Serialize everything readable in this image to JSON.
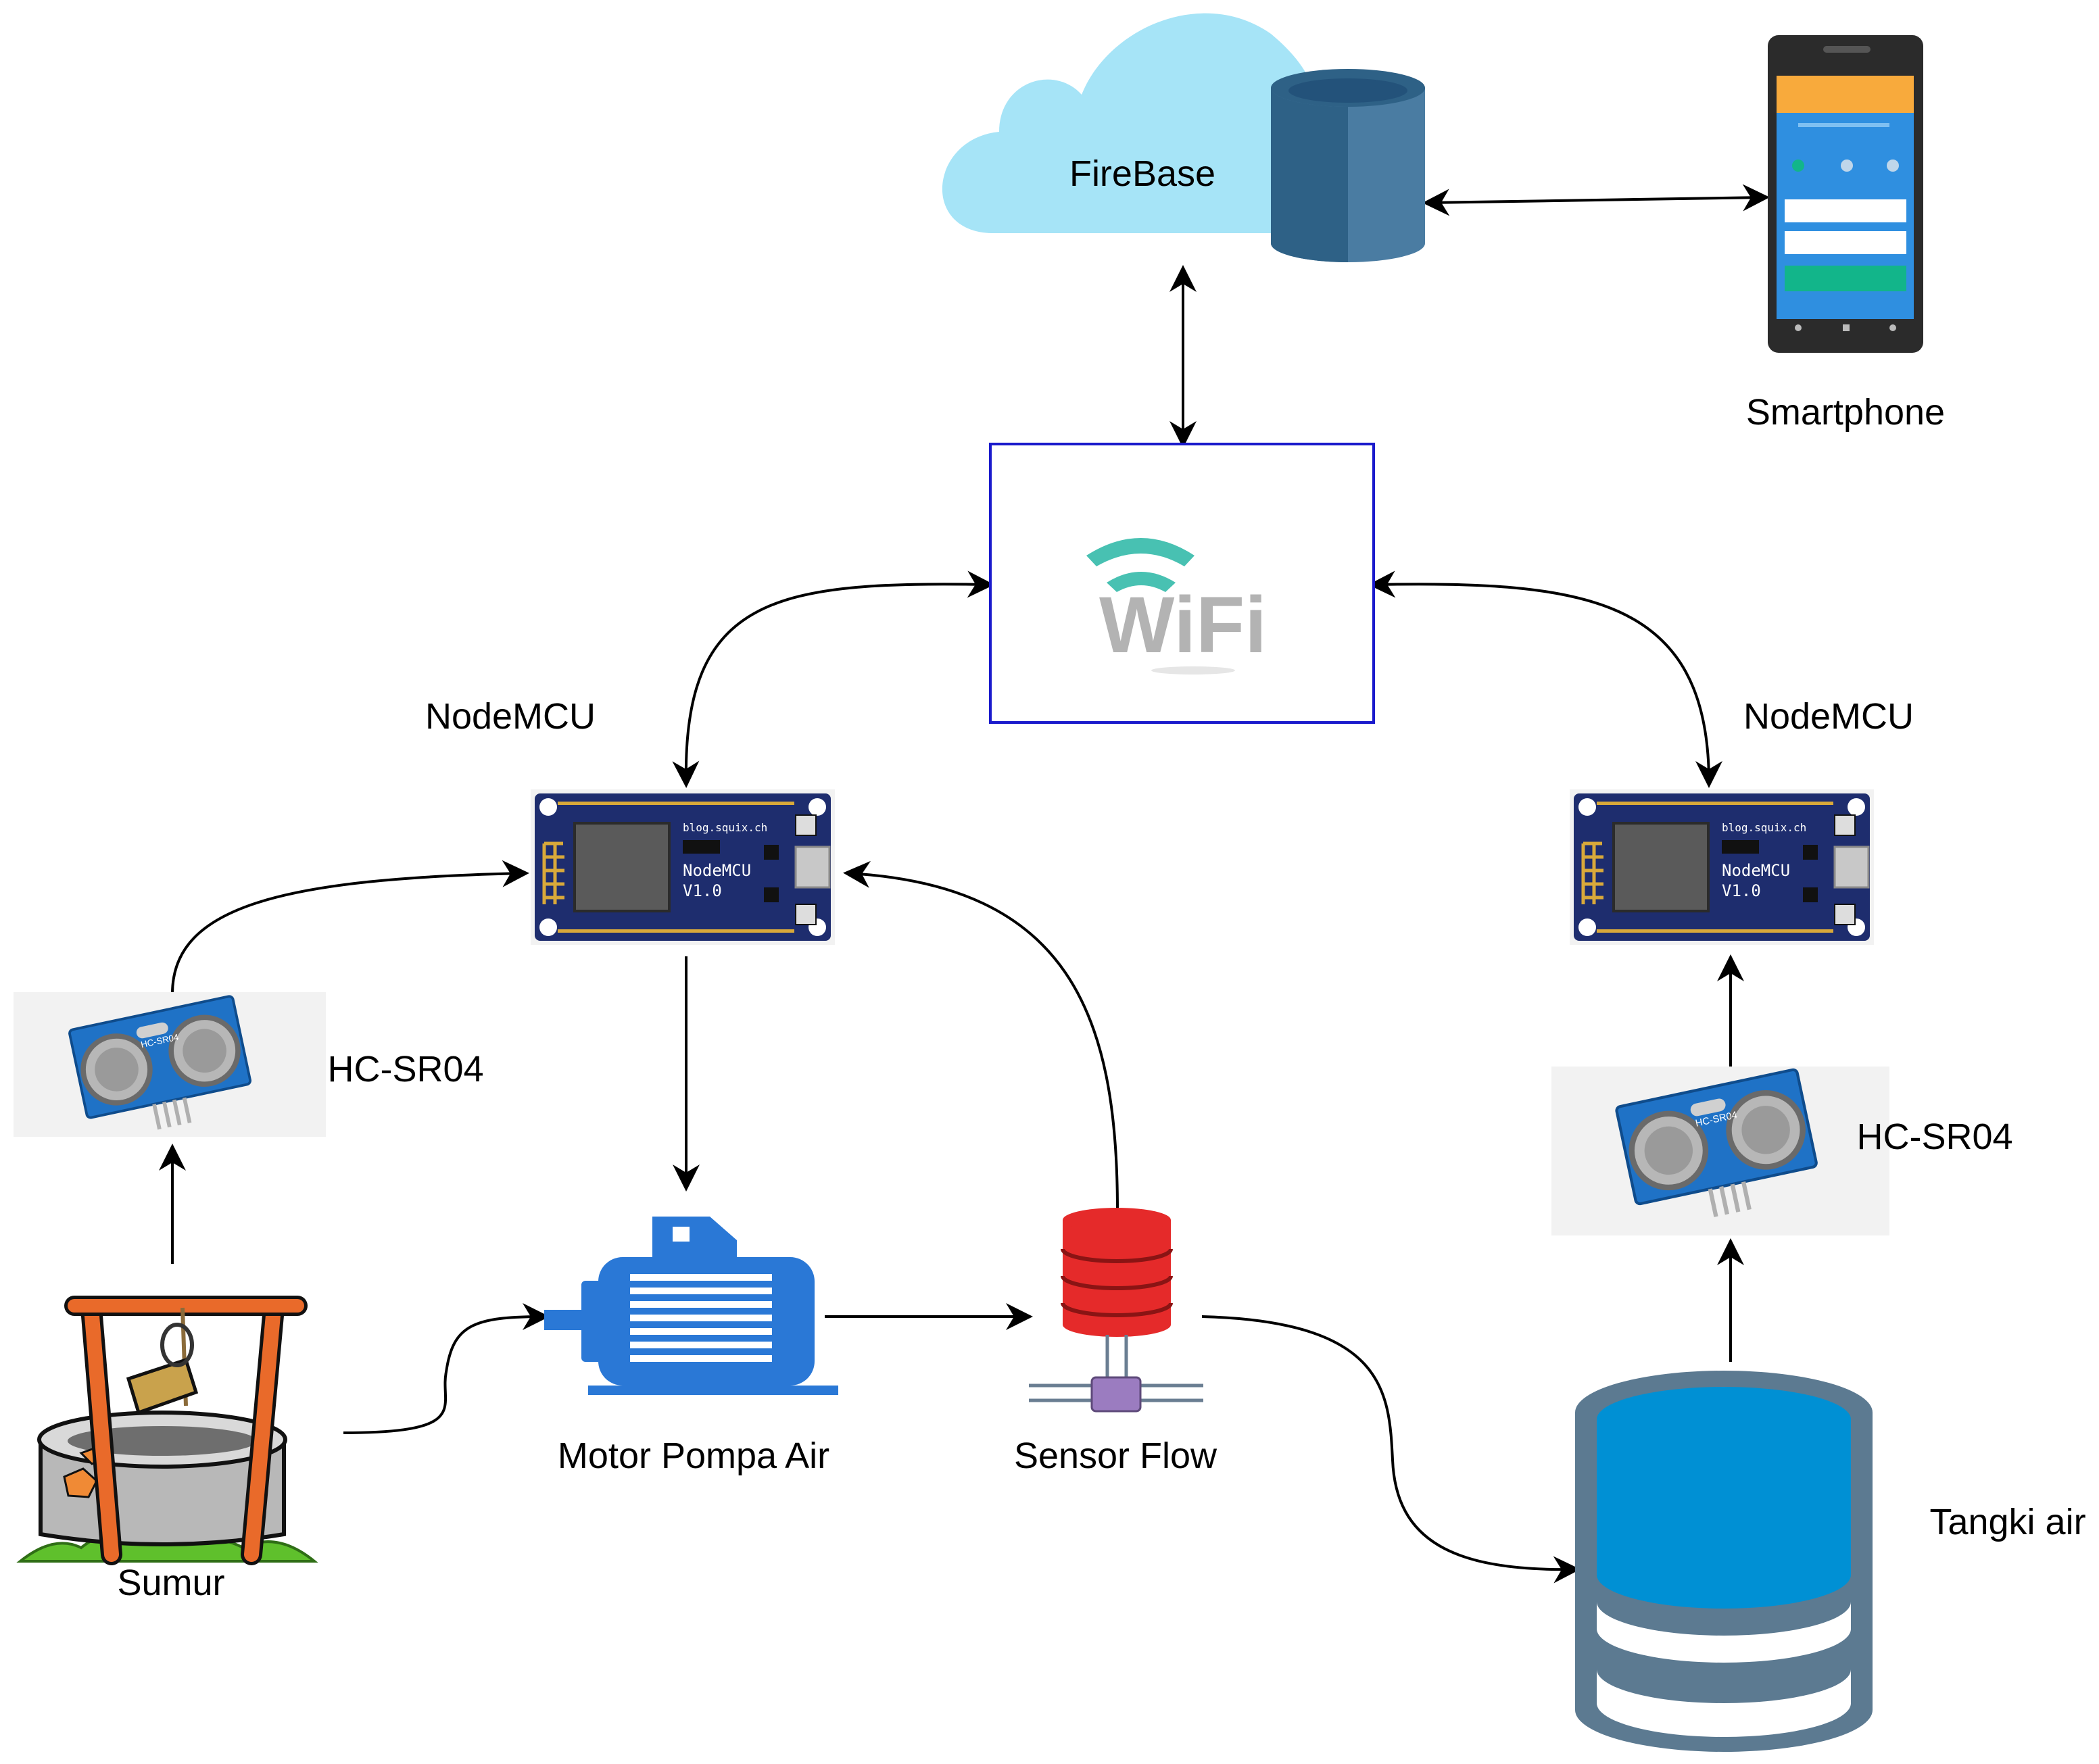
{
  "diagram": {
    "nodes": {
      "firebase": {
        "label": "FireBase",
        "icon": "cloud-database-icon"
      },
      "smartphone": {
        "label": "Smartphone",
        "icon": "smartphone-icon"
      },
      "wifi": {
        "logo_text": "WiFi",
        "icon": "wifi-icon"
      },
      "nodemcu_left": {
        "label": "NodeMCU",
        "icon": "nodemcu-board-icon"
      },
      "nodemcu_right": {
        "label": "NodeMCU",
        "icon": "nodemcu-board-icon"
      },
      "board_text": {
        "site": "blog.squix.ch",
        "name": "NodeMCU",
        "version": "V1.0"
      },
      "hcsr04_left": {
        "label": "HC-SR04",
        "icon": "ultrasonic-sensor-icon",
        "module_text": "HC-SR04"
      },
      "hcsr04_right": {
        "label": "HC-SR04",
        "icon": "ultrasonic-sensor-icon",
        "module_text": "HC-SR04"
      },
      "sumur": {
        "label": "Sumur",
        "icon": "water-well-icon"
      },
      "motor": {
        "label": "Motor Pompa Air",
        "icon": "electric-motor-icon"
      },
      "sensor_flow": {
        "label": "Sensor Flow",
        "icon": "flow-sensor-icon"
      },
      "tangki": {
        "label": "Tangki air",
        "icon": "water-tank-icon"
      }
    },
    "colors": {
      "cloud": "#A6E4F7",
      "db_dark": "#2E6186",
      "db_light": "#4A7CA2",
      "wifi_frame": "#1A1ACC",
      "wifi_teal": "#48C1B2",
      "wifi_gray": "#B3B3B3",
      "board": "#1E2D6E",
      "motor": "#2A78D6",
      "flow_red": "#E52A2A",
      "flow_purple": "#9B7CC0",
      "tank_frame": "#5C7A91",
      "tank_water": "#0090D4",
      "phone_orange": "#F8AA3C",
      "phone_blue": "#2F8FE0",
      "phone_green": "#12B58A",
      "well_wood": "#E96A2A",
      "well_stone": "#B8B8B8",
      "grass": "#5FC02C"
    }
  }
}
